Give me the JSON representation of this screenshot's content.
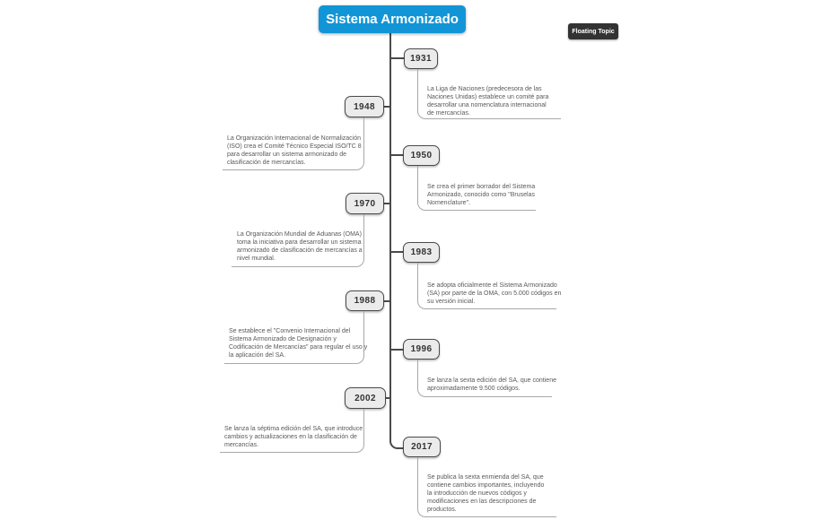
{
  "root": {
    "label": "Sistema Armonizado"
  },
  "floating_topic": {
    "label": "Floating Topic"
  },
  "colors": {
    "root_background": "#1295d6",
    "root_text": "#ffffff",
    "floating_background": "#333333",
    "node_background": "#ebebeb",
    "node_border": "#4a4a4a",
    "branch_line": "#4a4a4a",
    "note_line": "#a8a8a8",
    "note_text": "#595959",
    "canvas_background": "#ffffff"
  },
  "timeline": [
    {
      "year": "1931",
      "side": "right",
      "description": "La Liga de Naciones (predecesora de las Naciones Unidas) establece un comité para desarrollar una nomenclatura internacional de mercancías."
    },
    {
      "year": "1948",
      "side": "left",
      "description": "La Organización Internacional de Normalización (ISO) crea el Comité Técnico Especial ISO/TC 8 para desarrollar un sistema armonizado de clasificación de mercancías."
    },
    {
      "year": "1950",
      "side": "right",
      "description": "Se crea el primer borrador del Sistema Armonizado, conocido como \"Bruselas Nomenclature\"."
    },
    {
      "year": "1970",
      "side": "left",
      "description": "La Organización Mundial de Aduanas (OMA) toma la iniciativa para desarrollar un sistema armonizado de clasificación de mercancías a nivel mundial."
    },
    {
      "year": "1983",
      "side": "right",
      "description": "Se adopta oficialmente el Sistema Armonizado (SA) por parte de la OMA, con 5.000 códigos en su versión inicial."
    },
    {
      "year": "1988",
      "side": "left",
      "description": "Se establece el \"Convenio Internacional del Sistema Armonizado de Designación y Codificación de Mercancías\" para regular el uso y la aplicación del SA."
    },
    {
      "year": "1996",
      "side": "right",
      "description": "Se lanza la sexta edición del SA, que contiene aproximadamente 9.500 códigos."
    },
    {
      "year": "2002",
      "side": "left",
      "description": "Se lanza la séptima edición del SA, que introduce cambios y actualizaciones en la clasificación de mercancías."
    },
    {
      "year": "2017",
      "side": "right",
      "description": "Se publica la sexta enmienda del SA, que contiene cambios importantes, incluyendo la introducción de nuevos códigos y modificaciones en las descripciones de productos."
    }
  ]
}
